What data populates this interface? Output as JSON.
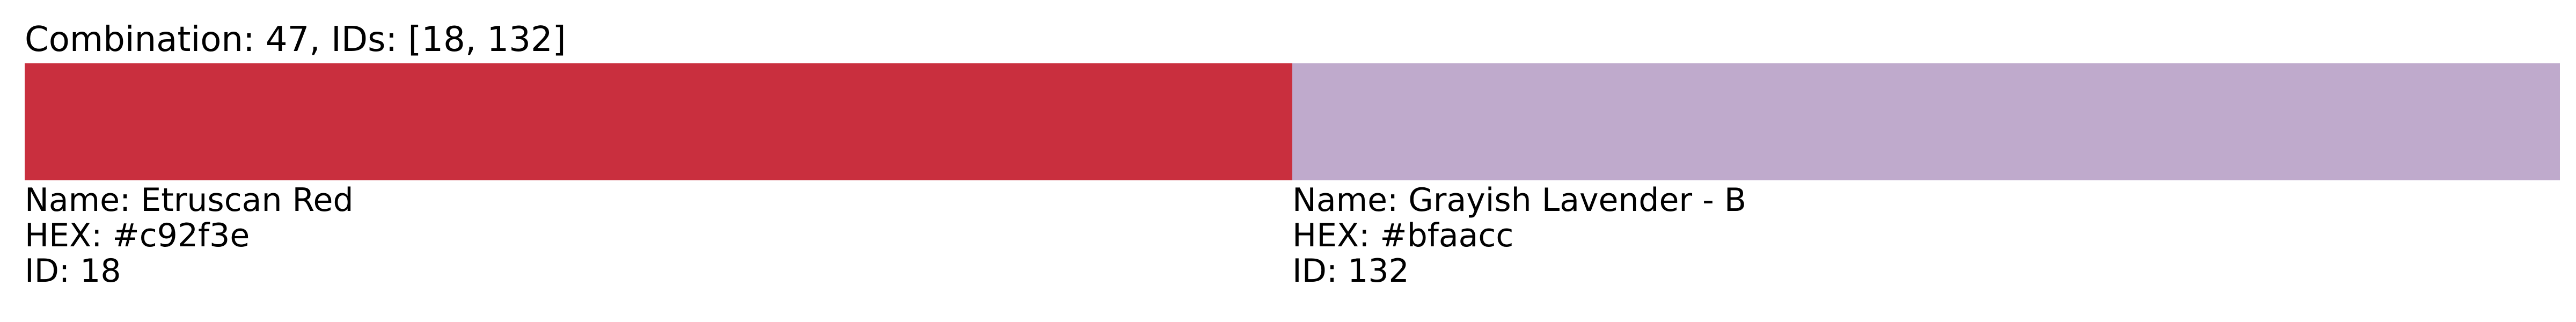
{
  "title": "Combination: 47, IDs: [18, 132]",
  "colors": [
    {
      "hex": "#c92f3e",
      "name_line": "Name: Etruscan Red",
      "hex_line": "HEX: #c92f3e",
      "id_line": "ID: 18"
    },
    {
      "hex": "#bfaacc",
      "name_line": "Name: Grayish Lavender - B",
      "hex_line": "HEX: #bfaacc",
      "id_line": "ID: 132"
    }
  ]
}
